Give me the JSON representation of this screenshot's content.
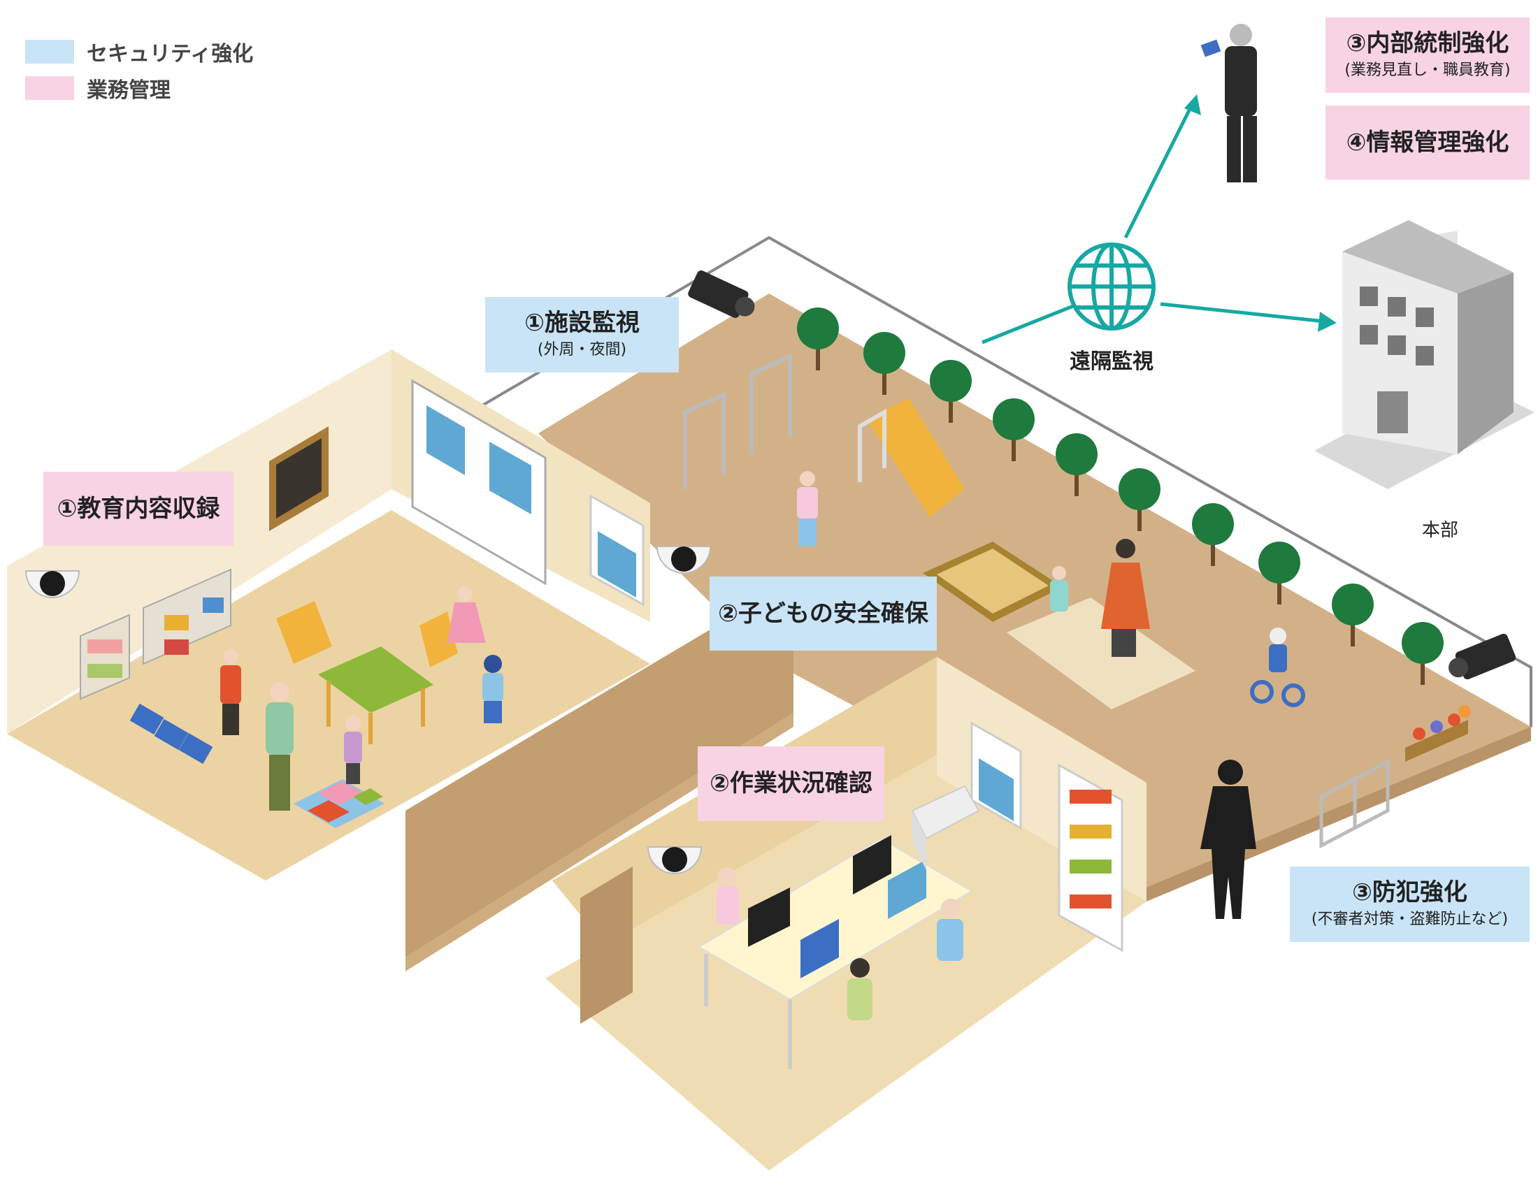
{
  "legend": [
    {
      "label": "セキュリティ強化",
      "color": "#c9e4f6"
    },
    {
      "label": "業務管理",
      "color": "#f7d3e4"
    }
  ],
  "callouts": {
    "education_record": {
      "main": "①教育内容収録"
    },
    "facility_monitor": {
      "main": "①施設監視",
      "sub": "(外周・夜間)"
    },
    "child_safety": {
      "main": "②子どもの安全確保"
    },
    "work_status": {
      "main": "②作業状況確認"
    },
    "internal_control": {
      "main": "③内部統制強化",
      "sub": "(業務見直し・職員教育)"
    },
    "info_management": {
      "main": "④情報管理強化"
    },
    "crime_prevention": {
      "main": "③防犯強化",
      "sub": "(不審者対策・盗難防止など)"
    }
  },
  "remote_label": "遠隔監視",
  "hq_label": "本部",
  "colors": {
    "security": "#c9e4f6",
    "business": "#f7d3e4",
    "arrow": "#17a8a3",
    "floor_tan": "#d3b188",
    "wall_cream": "#f2e3c1"
  },
  "icons": [
    "dome-camera-icon",
    "bullet-camera-icon",
    "globe-icon",
    "building-icon",
    "person-tablet-icon",
    "intruder-silhouette-icon"
  ]
}
